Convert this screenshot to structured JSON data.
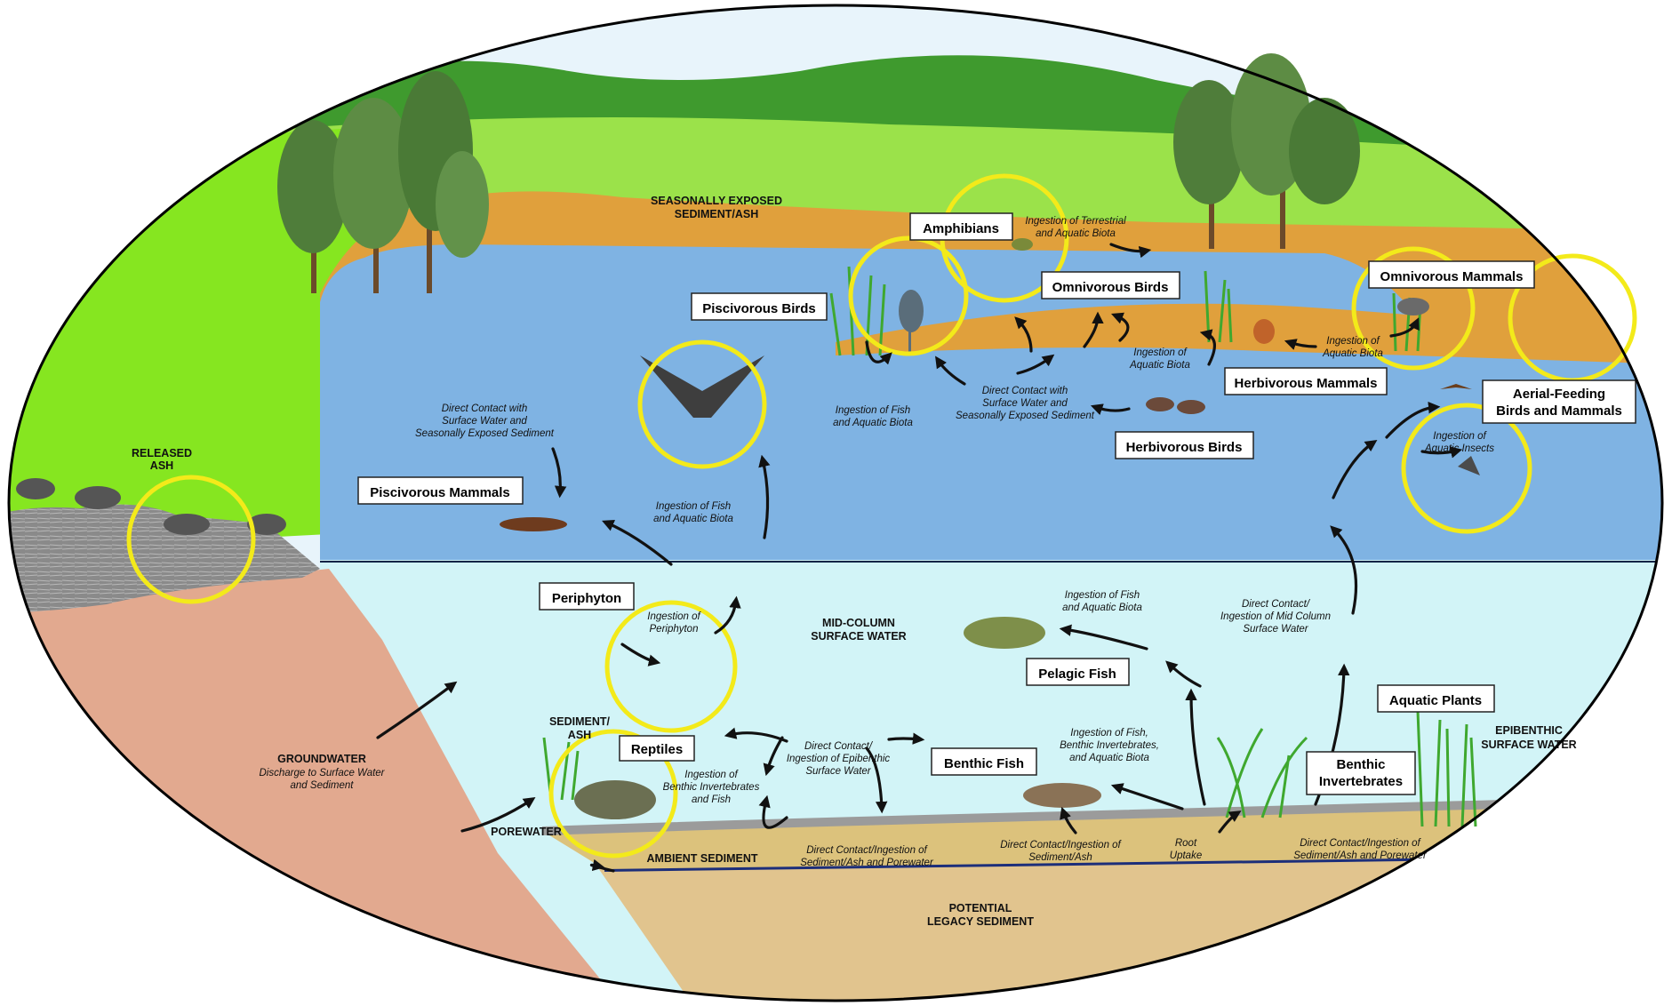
{
  "receptor_labels": {
    "amphibians": "Amphibians",
    "omnivorous_birds": "Omnivorous Birds",
    "piscivorous_birds": "Piscivorous Birds",
    "omnivorous_mammals": "Omnivorous Mammals",
    "herbivorous_mammals": "Herbivorous Mammals",
    "herbivorous_birds": "Herbivorous Birds",
    "aerial_feeding_line1": "Aerial-Feeding",
    "aerial_feeding_line2": "Birds and Mammals",
    "piscivorous_mammals": "Piscivorous Mammals",
    "periphyton": "Periphyton",
    "pelagic_fish": "Pelagic Fish",
    "aquatic_plants": "Aquatic Plants",
    "reptiles": "Reptiles",
    "benthic_fish": "Benthic Fish",
    "benthic_invertebrates_line1": "Benthic",
    "benthic_invertebrates_line2": "Invertebrates"
  },
  "zone_labels": {
    "seasonally_exposed_line1": "SEASONALLY EXPOSED",
    "seasonally_exposed_line2": "SEDIMENT/ASH",
    "released_ash_line1": "RELEASED",
    "released_ash_line2": "ASH",
    "mid_column_line1": "MID-COLUMN",
    "mid_column_line2": "SURFACE WATER",
    "epibenthic_line1": "EPIBENTHIC",
    "epibenthic_line2": "SURFACE WATER",
    "sediment_ash_line1": "SEDIMENT/",
    "sediment_ash_line2": "ASH",
    "groundwater": "GROUNDWATER",
    "porewater": "POREWATER",
    "ambient_sediment": "AMBIENT SEDIMENT",
    "potential_legacy_line1": "POTENTIAL",
    "potential_legacy_line2": "LEGACY SEDIMENT"
  },
  "pathway_captions": {
    "terrestrial_line1": "Ingestion of Terrestrial",
    "terrestrial_line2": "and Aquatic Biota",
    "fish_biota_heron_line1": "Ingestion of Fish",
    "fish_biota_heron_line2": "and Aquatic Biota",
    "direct_contact_center_line1": "Direct Contact with",
    "direct_contact_center_line2": "Surface Water and",
    "direct_contact_center_line3": "Seasonally Exposed Sediment",
    "aquatic_biota_mid_line1": "Ingestion of",
    "aquatic_biota_mid_line2": "Aquatic Biota",
    "aquatic_biota_right_line1": "Ingestion of",
    "aquatic_biota_right_line2": "Aquatic Biota",
    "aquatic_insects_line1": "Ingestion of",
    "aquatic_insects_line2": "Aquatic Insects",
    "direct_contact_left_line1": "Direct Contact with",
    "direct_contact_left_line2": "Surface Water and",
    "direct_contact_left_line3": "Seasonally Exposed Sediment",
    "fish_biota_osprey_line1": "Ingestion of Fish",
    "fish_biota_osprey_line2": "and Aquatic Biota",
    "fish_biota_pelagic_line1": "Ingestion of Fish",
    "fish_biota_pelagic_line2": "and Aquatic Biota",
    "periphyton_ingest_line1": "Ingestion of",
    "periphyton_ingest_line2": "Periphyton",
    "mid_column_contact_line1": "Direct Contact/",
    "mid_column_contact_line2": "Ingestion of Mid Column",
    "mid_column_contact_line3": "Surface Water",
    "fish_benthic_line1": "Ingestion of Fish,",
    "fish_benthic_line2": "Benthic Invertebrates,",
    "fish_benthic_line3": "and Aquatic Biota",
    "epibenthic_contact_line1": "Direct Contact/",
    "epibenthic_contact_line2": "Ingestion of Epibenthic",
    "epibenthic_contact_line3": "Surface Water",
    "reptile_ingest_line1": "Ingestion of",
    "reptile_ingest_line2": "Benthic Invertebrates",
    "reptile_ingest_line3": "and Fish",
    "sediment_porewater_line1": "Direct Contact/Ingestion of",
    "sediment_porewater_line2": "Sediment/Ash and Porewater",
    "sediment_ash_contact_line1": "Direct Contact/Ingestion of",
    "sediment_ash_contact_line2": "Sediment/Ash",
    "root_uptake_line1": "Root",
    "root_uptake_line2": "Uptake",
    "sediment_porewater_right_line1": "Direct Contact/Ingestion of",
    "sediment_porewater_right_line2": "Sediment/Ash and Porewater",
    "groundwater_discharge_line1": "Discharge to Surface Water",
    "groundwater_discharge_line2": "and Sediment"
  },
  "colors": {
    "sky": "#e8f4fb",
    "hill_dark": "#3f9a2e",
    "grass_light": "#9be24a",
    "grass_bright": "#86e620",
    "sediment_orange": "#e0a03c",
    "surface_water": "#7fb3e3",
    "mid_water": "#d2f4f7",
    "bank_soil": "#e2a98f",
    "ash_grey": "#8c8c8c",
    "legacy_sediment": "#e1c48e",
    "highlight_ring": "#f3ea1a"
  }
}
